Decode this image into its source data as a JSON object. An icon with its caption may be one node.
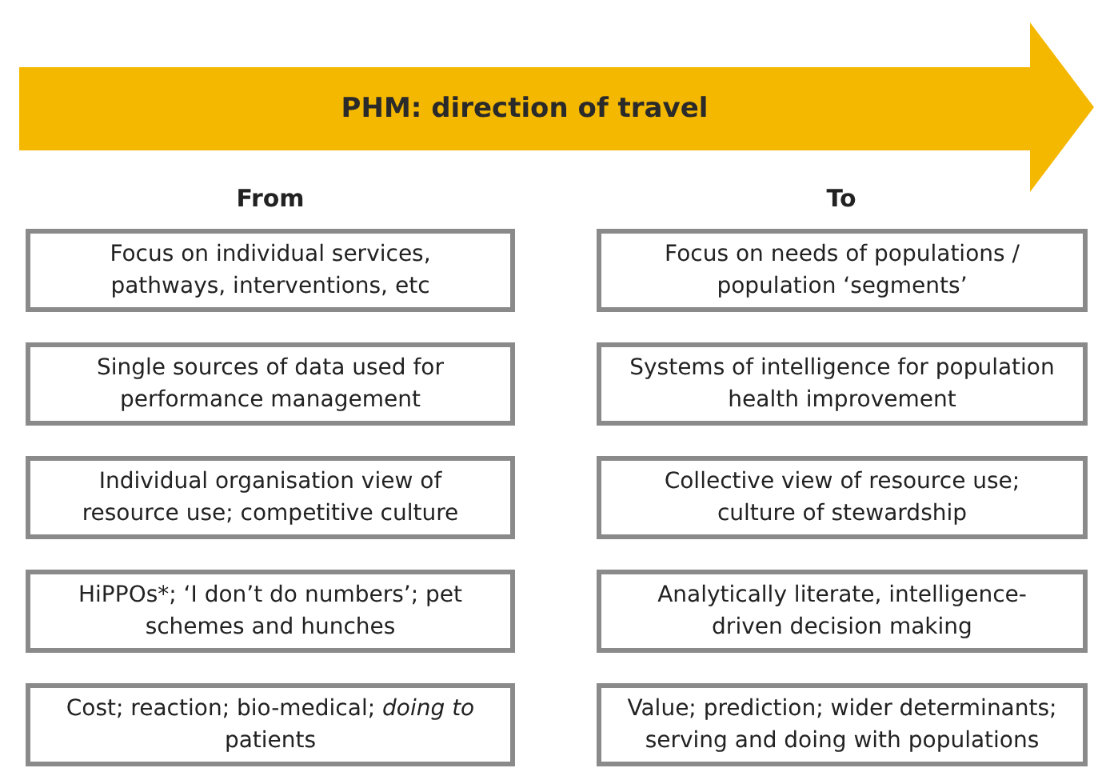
{
  "diagram": {
    "nodes": [
      {
        "text": [
          "PHM: direction of travel"
        ]
      },
      {
        "text": [
          "Focus on individual services, pathways, interventions, etc"
        ]
      },
      {
        "text": [
          "Focus on needs of populations / population ‘segments’"
        ]
      },
      {
        "text": [
          "Single sources of data used for performance management"
        ]
      },
      {
        "text": [
          "Systems of intelligence for population health improvement"
        ]
      },
      {
        "text": [
          "Individual organisation view of resource use; competitive culture"
        ]
      },
      {
        "text": [
          "Collective view of resource use; culture of stewardship"
        ]
      },
      {
        "text": [
          "HiPPOs*; ‘I don’t do numbers’; pet schemes and hunches"
        ]
      },
      {
        "text": [
          "Analytically literate, intelligence-driven decision making"
        ]
      },
      {
        "text": [
          "Cost; reaction; bio-medical; *doing to* patients"
        ]
      },
      {
        "text": [
          "Value; prediction; wider determinants; serving and doing with populations"
        ]
      }
    ],
    "labels": [
      "From",
      "To"
    ]
  }
}
